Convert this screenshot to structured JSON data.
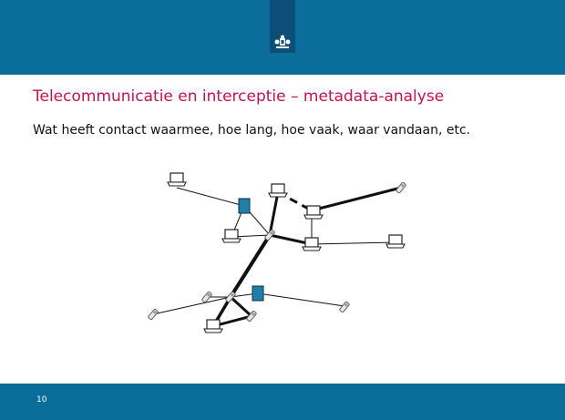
{
  "slide": {
    "title": "Telecommunicatie en interceptie – metadata-analyse",
    "subtitle": "Wat heeft contact waarmee, hoe lang, hoe vaak, waar vandaan, etc.",
    "page_number": "10"
  },
  "colors": {
    "header": "#0b6e9a",
    "ribbon": "#0d4e78",
    "title": "#c3124f",
    "hub_box": "#1f7fa8"
  },
  "icons": {
    "crest": "coat-of-arms-icon",
    "laptop": "laptop-icon",
    "phone": "mobile-phone-icon",
    "hub": "hub-box-icon"
  },
  "diagram": {
    "nodes": [
      {
        "id": "laptop-1",
        "kind": "laptop"
      },
      {
        "id": "laptop-2",
        "kind": "laptop"
      },
      {
        "id": "laptop-3",
        "kind": "laptop"
      },
      {
        "id": "laptop-4",
        "kind": "laptop"
      },
      {
        "id": "laptop-5",
        "kind": "laptop"
      },
      {
        "id": "laptop-6",
        "kind": "laptop"
      },
      {
        "id": "laptop-7",
        "kind": "laptop"
      },
      {
        "id": "hub-1",
        "kind": "hub"
      },
      {
        "id": "hub-2",
        "kind": "hub"
      },
      {
        "id": "phone-1",
        "kind": "phone"
      },
      {
        "id": "phone-2",
        "kind": "phone"
      },
      {
        "id": "phone-3",
        "kind": "phone"
      },
      {
        "id": "phone-4",
        "kind": "phone"
      },
      {
        "id": "phone-5",
        "kind": "phone"
      },
      {
        "id": "phone-6",
        "kind": "phone"
      },
      {
        "id": "phone-7",
        "kind": "phone"
      }
    ],
    "edges": [
      {
        "from": "laptop-1",
        "to": "hub-1",
        "weight": "thin",
        "style": "solid"
      },
      {
        "from": "hub-1",
        "to": "phone-2",
        "weight": "thin",
        "style": "solid"
      },
      {
        "from": "hub-1",
        "to": "laptop-3",
        "weight": "thin",
        "style": "solid"
      },
      {
        "from": "laptop-2",
        "to": "phone-2",
        "weight": "thick",
        "style": "solid"
      },
      {
        "from": "laptop-2",
        "to": "laptop-4",
        "weight": "thick",
        "style": "dashed"
      },
      {
        "from": "laptop-4",
        "to": "phone-1",
        "weight": "thick",
        "style": "solid"
      },
      {
        "from": "laptop-4",
        "to": "laptop-5",
        "weight": "thin",
        "style": "solid"
      },
      {
        "from": "phone-2",
        "to": "laptop-3",
        "weight": "thin",
        "style": "solid"
      },
      {
        "from": "phone-2",
        "to": "laptop-5",
        "weight": "thick",
        "style": "solid"
      },
      {
        "from": "laptop-5",
        "to": "laptop-6",
        "weight": "thin",
        "style": "solid"
      },
      {
        "from": "phone-2",
        "to": "phone-4",
        "weight": "thick",
        "style": "solid"
      },
      {
        "from": "phone-3",
        "to": "phone-4",
        "weight": "thin",
        "style": "solid"
      },
      {
        "from": "phone-4",
        "to": "hub-2",
        "weight": "thin",
        "style": "solid"
      },
      {
        "from": "hub-2",
        "to": "phone-6",
        "weight": "thin",
        "style": "solid"
      },
      {
        "from": "phone-4",
        "to": "phone-7",
        "weight": "thin",
        "style": "solid"
      },
      {
        "from": "phone-4",
        "to": "laptop-7",
        "weight": "thick",
        "style": "solid"
      },
      {
        "from": "laptop-7",
        "to": "phone-5",
        "weight": "thick",
        "style": "solid"
      },
      {
        "from": "phone-4",
        "to": "phone-5",
        "weight": "thick",
        "style": "solid"
      }
    ]
  }
}
